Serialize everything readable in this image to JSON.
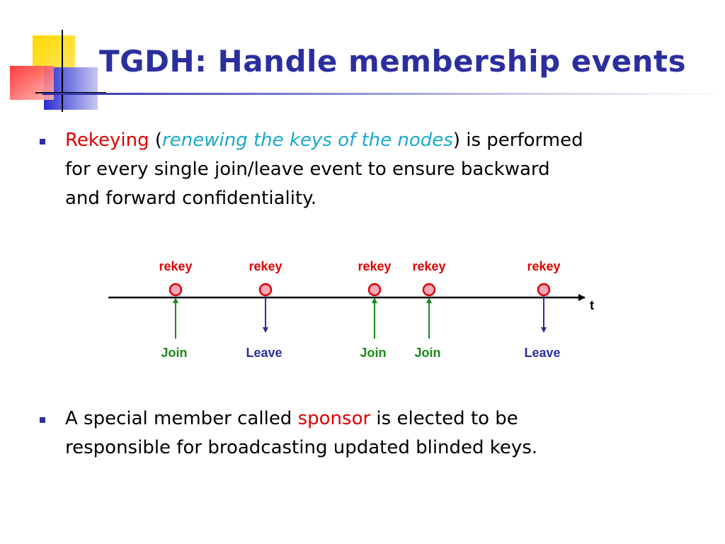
{
  "title": "TGDH: Handle membership events",
  "bullet1": {
    "term": "Rekeying",
    "paren_open": " (",
    "definition": "renewing the keys of the nodes",
    "paren_close": ")",
    "rest_line1": " is performed",
    "line2": "for every single join/leave event to ensure backward",
    "line3": "and forward confidentiality."
  },
  "timeline": {
    "axis_label": "t",
    "events": [
      {
        "top_label": "rekey",
        "bottom_label": "Join",
        "type": "join"
      },
      {
        "top_label": "rekey",
        "bottom_label": "Leave",
        "type": "leave"
      },
      {
        "top_label": "rekey",
        "bottom_label": "Join",
        "type": "join"
      },
      {
        "top_label": "rekey",
        "bottom_label": "Join",
        "type": "join"
      },
      {
        "top_label": "rekey",
        "bottom_label": "Leave",
        "type": "leave"
      }
    ],
    "colors": {
      "rekey_label": "#e00000",
      "node_fill": "#f7a8b8",
      "node_stroke": "#d80000",
      "join": "#1a8a1a",
      "leave": "#2b2f9e",
      "axis": "#000000"
    }
  },
  "bullet2": {
    "before": "A special member called ",
    "term": "sponsor",
    "after": " is elected to be",
    "line2": "responsible for broadcasting updated blinded keys."
  }
}
